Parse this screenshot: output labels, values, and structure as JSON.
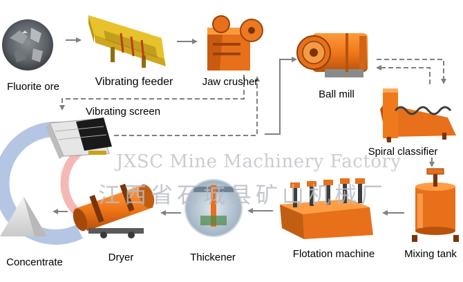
{
  "watermark": {
    "english": "JXSC Mine Machinery Factory",
    "chinese": "江西省石城县矿山机械厂"
  },
  "stages": [
    {
      "id": "fluorite-ore",
      "label": "Fluorite ore",
      "icon": "ore-pile-icon"
    },
    {
      "id": "vibrating-feeder",
      "label": "Vibrating feeder",
      "icon": "vibrating-feeder-icon"
    },
    {
      "id": "jaw-crusher",
      "label": "Jaw crusher",
      "icon": "jaw-crusher-icon"
    },
    {
      "id": "vibrating-screen",
      "label": "Vibrating screen",
      "icon": "vibrating-screen-icon"
    },
    {
      "id": "ball-mill",
      "label": "Ball mill",
      "icon": "ball-mill-icon"
    },
    {
      "id": "spiral-classifier",
      "label": "Spiral classifier",
      "icon": "spiral-classifier-icon"
    },
    {
      "id": "mixing-tank",
      "label": "Mixing tank",
      "icon": "mixing-tank-icon"
    },
    {
      "id": "flotation-machine",
      "label": "Flotation machine",
      "icon": "flotation-machine-icon"
    },
    {
      "id": "thickener",
      "label": "Thickener",
      "icon": "thickener-icon"
    },
    {
      "id": "dryer",
      "label": "Dryer",
      "icon": "rotary-dryer-icon"
    },
    {
      "id": "concentrate",
      "label": "Concentrate",
      "icon": "concentrate-pile-icon"
    }
  ],
  "colors": {
    "arrow": "#7f7f7f",
    "machine_orange": "#f07d1c",
    "feeder_yellow": "#e8c22a",
    "label_text": "#000000",
    "watermark_blue": "#2a5fb0"
  }
}
